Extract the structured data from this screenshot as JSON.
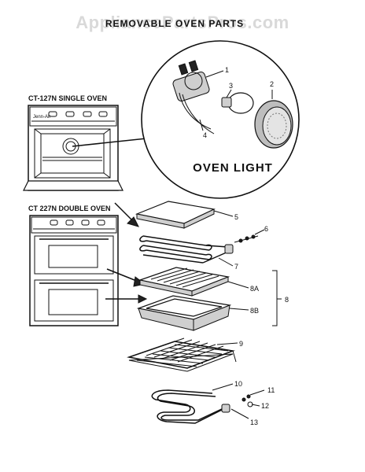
{
  "watermark": "AppliancePartsPros.com",
  "title": "REMOVABLE OVEN PARTS",
  "single_oven_label": "CT-127N SINGLE OVEN",
  "double_oven_label": "CT 227N DOUBLE OVEN",
  "oven_light_caption": "OVEN LIGHT",
  "light_callouts": [
    "1",
    "2",
    "3",
    "4"
  ],
  "part_callouts": [
    "5",
    "6",
    "7",
    "8A",
    "8",
    "8B",
    "9",
    "10",
    "11",
    "12",
    "13"
  ]
}
